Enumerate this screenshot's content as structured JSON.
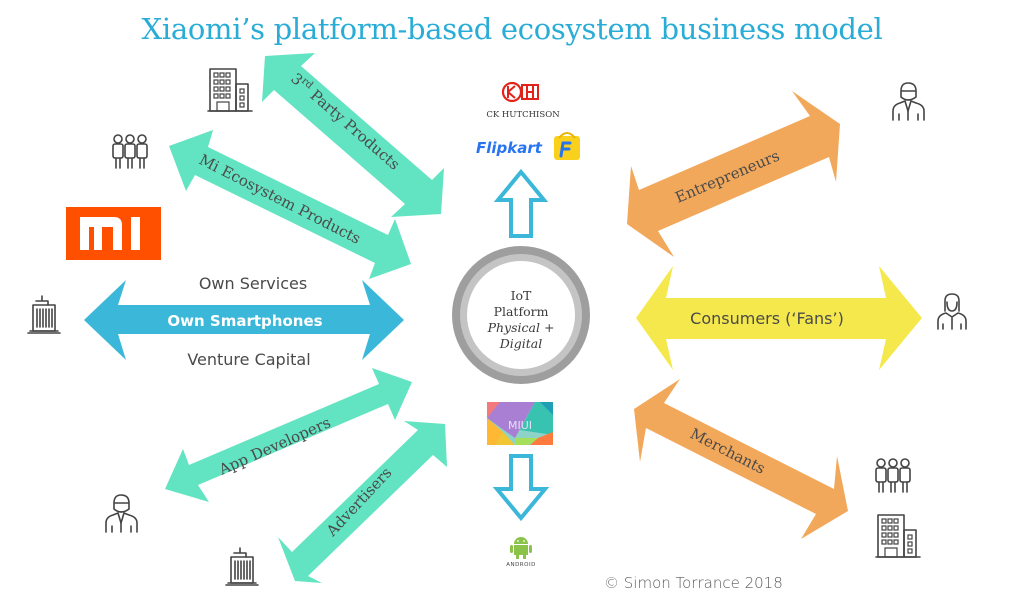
{
  "title": "Xiaomi’s platform-based ecosystem business model",
  "copyright": "© Simon Torrance 2018",
  "colors": {
    "title": "#29acd6",
    "mint_arrow": "#62e3c1",
    "blue_arrow": "#3bb7d9",
    "yellow_arrow": "#f5e84c",
    "orange_arrow": "#f2a85b",
    "mi_logo": "#ff5000",
    "platform_ring_outer": "#9e9e9e",
    "platform_ring_inner": "#c4c4c4"
  },
  "center": {
    "line1": "IoT",
    "line2": "Platform",
    "line3": "Physical +",
    "line4": "Digital"
  },
  "left_arrows": {
    "third_party": "3rd Party Products",
    "third_party_prefix": "3",
    "third_party_sup": "rd",
    "third_party_rest": " Party Products",
    "mi_ecosystem": "Mi Ecosystem Products",
    "own_services": "Own Services",
    "own_smartphones": "Own Smartphones",
    "venture_capital": "Venture Capital",
    "app_developers": "App Developers",
    "advertisers": "Advertisers"
  },
  "right_arrows": {
    "entrepreneurs": "Entrepreneurs",
    "consumers": "Consumers (‘Fans’)",
    "merchants": "Merchants"
  },
  "partners": {
    "ck_hutchison": "CK HUTCHISON",
    "flipkart": "Flipkart",
    "miui": "MIUI",
    "android": "ANDROID"
  },
  "icons": [
    "office-building-icon",
    "team-people-icon",
    "mi-logo",
    "skyscraper-icon",
    "businessman-icon",
    "skyscraper-icon",
    "businessman-icon",
    "woman-icon",
    "team-people-icon",
    "office-building-icon",
    "ck-hutchison-logo",
    "flipkart-logo",
    "miui-logo",
    "android-logo"
  ]
}
